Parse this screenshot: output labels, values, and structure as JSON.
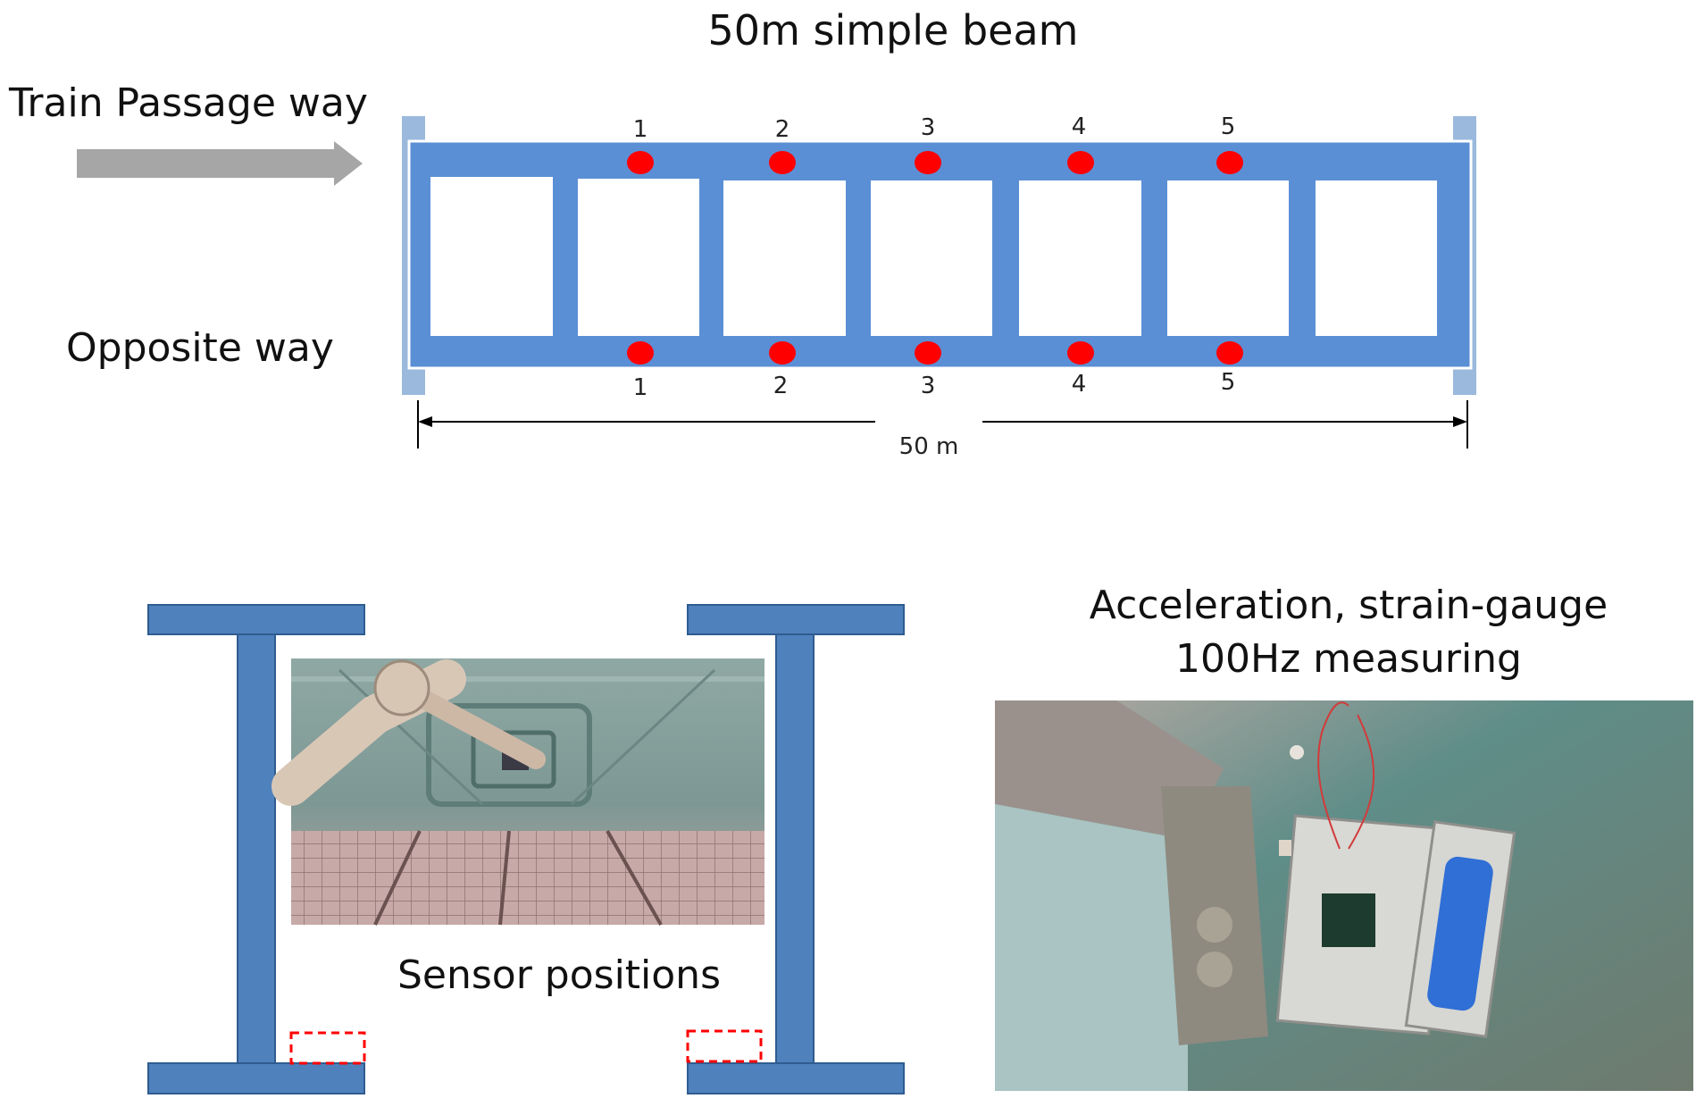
{
  "title": "50m simple beam",
  "labels": {
    "train_way": "Train Passage way",
    "opposite_way": "Opposite way",
    "span": "50 m",
    "sensor_positions": "Sensor positions",
    "measuring_line1": "Acceleration, strain-gauge",
    "measuring_line2": "100Hz measuring"
  },
  "sensors_top": [
    "1",
    "2",
    "3",
    "4",
    "5"
  ],
  "sensors_bottom": [
    "1",
    "2",
    "3",
    "4",
    "5"
  ],
  "colors": {
    "beam": "#5b8fd5",
    "support": "#9ab9dc",
    "sensor": "#ff0000",
    "arrow": "#a6a6a6",
    "ibeam": "#4f81bd",
    "ibeam_edge": "#2f5c8f",
    "dash_box": "#ff0000"
  }
}
